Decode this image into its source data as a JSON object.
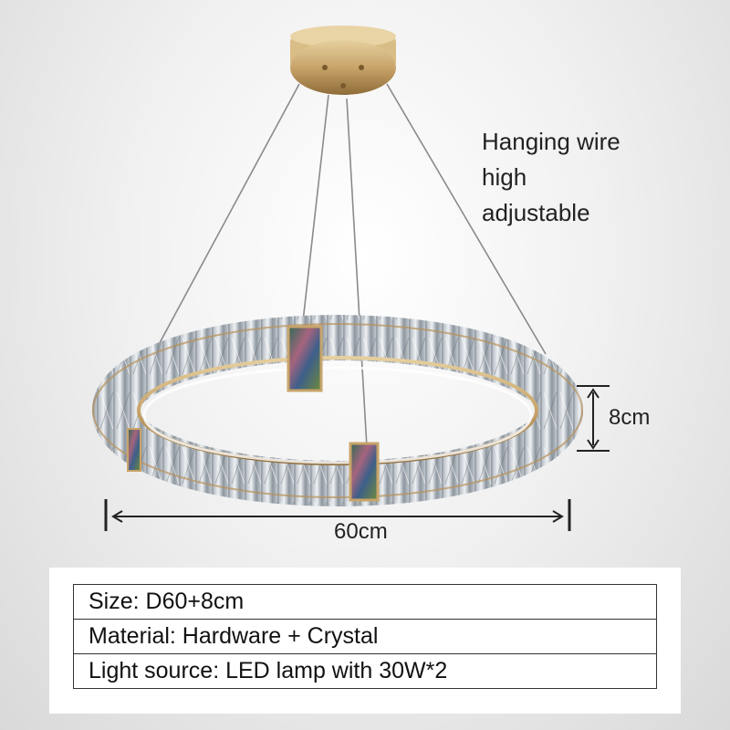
{
  "hanging_note": [
    "Hanging wire",
    "high",
    "adjustable"
  ],
  "dimensions": {
    "height": "8cm",
    "width": "60cm"
  },
  "specs": [
    "Size: D60+8cm",
    "Material: Hardware + Crystal",
    "Light source: LED lamp with 30W*2"
  ],
  "colors": {
    "gold": "#c8a46a",
    "crystal": "#9aa3ab",
    "wire": "#888888"
  }
}
